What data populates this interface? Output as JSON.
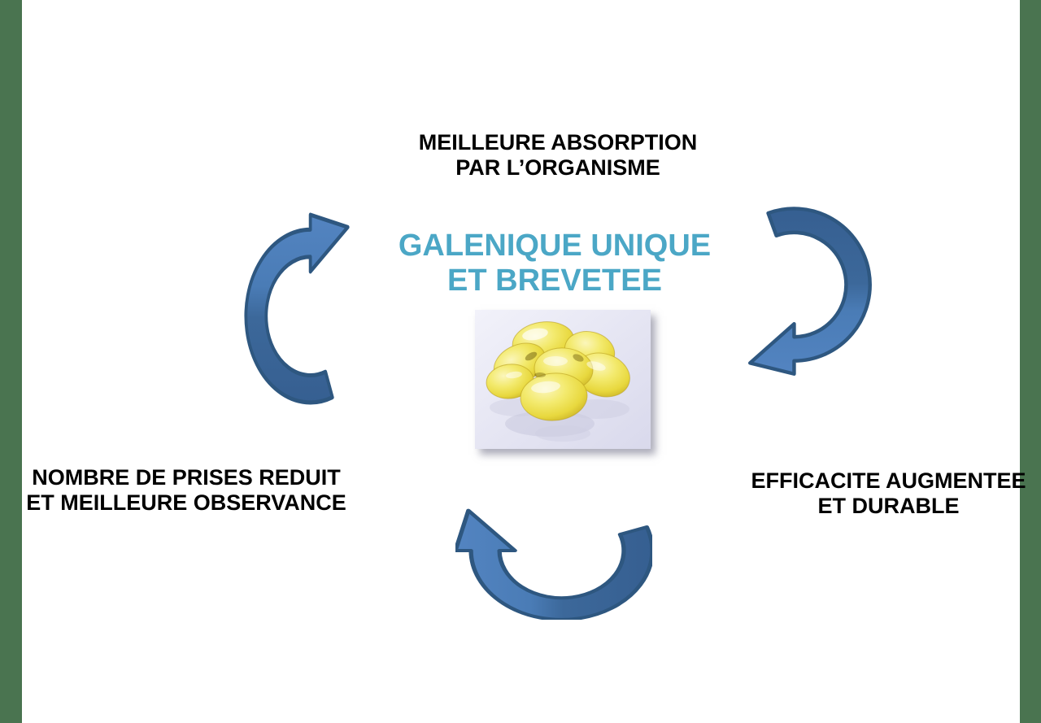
{
  "diagram": {
    "top_label": {
      "line1": "MEILLEURE ABSORPTION",
      "line2": "PAR L’ORGANISME"
    },
    "center_title": {
      "line1": "GALENIQUE UNIQUE",
      "line2": "ET BREVETEE",
      "color": "#4BA7C6"
    },
    "left_label": {
      "line1": "NOMBRE DE PRISES REDUIT",
      "line2": "ET MEILLEURE OBSERVANCE"
    },
    "right_label": {
      "line1": "EFFICACITE AUGMENTEE",
      "line2": "ET DURABLE"
    },
    "center_image": {
      "alt": "yellow softgel capsules photo"
    },
    "arrows": {
      "items": [
        {
          "name": "cycle-arrow-left",
          "flow": "bottom-left to top"
        },
        {
          "name": "cycle-arrow-right",
          "flow": "top to bottom-right"
        },
        {
          "name": "cycle-arrow-bottom",
          "flow": "right to bottom-left"
        }
      ],
      "color_light": "#4F82BD",
      "color_dark": "#365F91",
      "outline": "#2E5780"
    },
    "edge_bars": {
      "color": "#4a7450"
    }
  }
}
